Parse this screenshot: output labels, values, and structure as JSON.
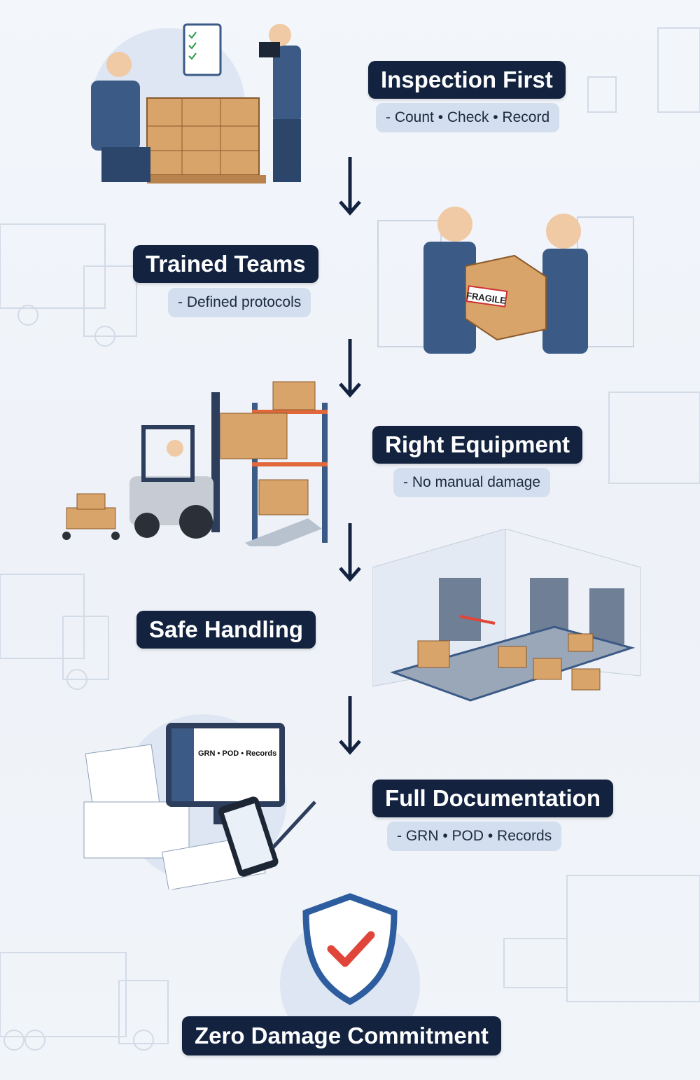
{
  "steps": [
    {
      "title": "Inspection First",
      "subtitle": "- Count • Check • Record"
    },
    {
      "title": "Trained Teams",
      "subtitle": "- Defined protocols"
    },
    {
      "title": "Right Equipment",
      "subtitle": "- No manual damage"
    },
    {
      "title": "Safe Handling"
    },
    {
      "title": "Full Documentation",
      "subtitle": "- GRN • POD • Records"
    }
  ],
  "illustrations": {
    "fragile_label": "FRAGILE",
    "monitor_text": "GRN • POD • Records"
  },
  "final": {
    "title": "Zero Damage Commitment"
  },
  "colors": {
    "navy": "#12223f",
    "pill": "#d3dfee",
    "box": "#d9a46a",
    "uniform": "#3b5a86",
    "check": "#e0453a"
  }
}
